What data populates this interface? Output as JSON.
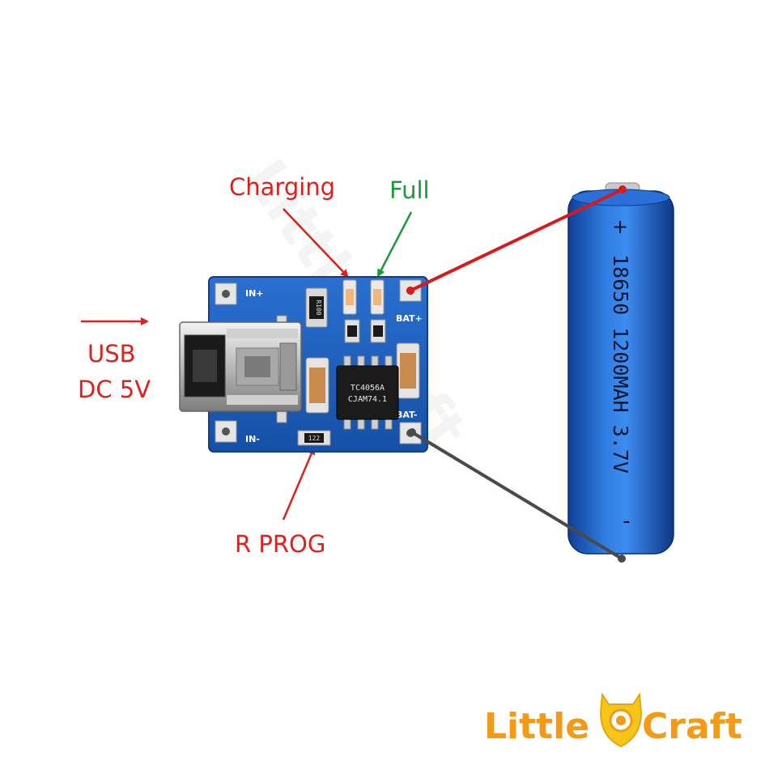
{
  "labels": {
    "charging": "Charging",
    "full": "Full",
    "usb": "USB",
    "dc": "DC 5V",
    "rprog": "R PROG"
  },
  "board": {
    "in_plus": "IN+",
    "in_minus": "IN-",
    "bat_plus": "BAT+",
    "bat_minus": "BAT-",
    "chip_line1": "TC4056A",
    "chip_line2": "CJAM74.1",
    "resistor_r100": "R100",
    "resistor_prog": "122"
  },
  "battery": {
    "text": "18650  1200MAH  3.7V",
    "plus": "+",
    "minus": "-"
  },
  "logo": {
    "little": "Little",
    "craft": "Craft"
  },
  "colors": {
    "red_label": "#e0201b",
    "green_label": "#1a9a3a",
    "pcb_blue": "#1e5fb8",
    "battery_blue": "#1f63c9",
    "logo_orange": "#f59a17",
    "logo_yellow": "#f5c518"
  }
}
